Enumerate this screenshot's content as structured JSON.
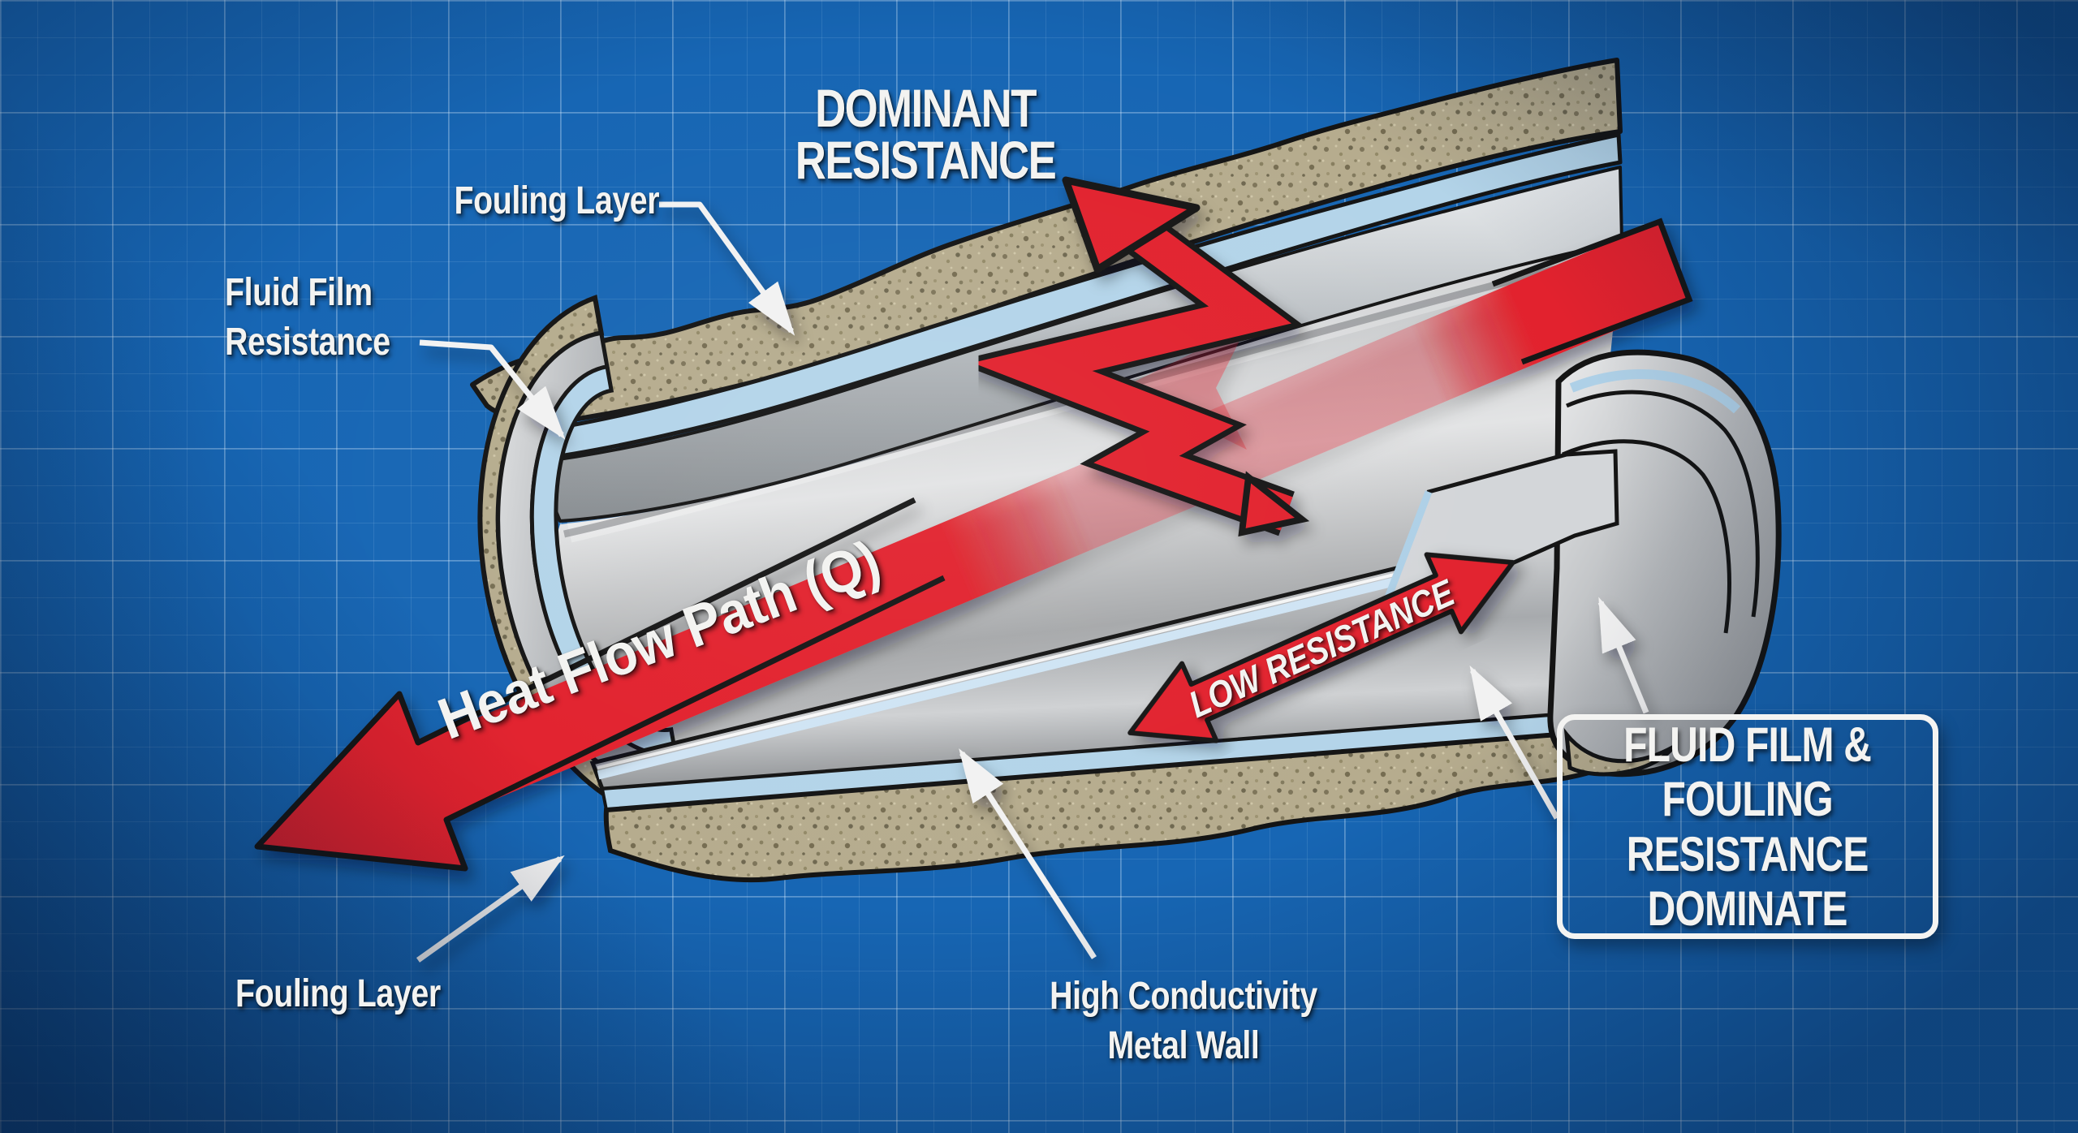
{
  "header": {
    "title_line1": "DOMINANT",
    "title_line2": "RESISTANCE"
  },
  "labels": {
    "fouling_layer_top": "Fouling Layer",
    "fluid_film_line1": "Fluid Film",
    "fluid_film_line2": "Resistance",
    "fouling_layer_bottom": "Fouling Layer",
    "metal_wall_line1": "High Conductivity",
    "metal_wall_line2": "Metal Wall"
  },
  "arrows": {
    "heat_flow_label": "Heat Flow Path (Q)",
    "low_resistance_label": "LOW RESISTANCE"
  },
  "callout": {
    "line1": "FLUID FILM &",
    "line2": "FOULING",
    "line3": "RESISTANCE",
    "line4": "DOMINATE"
  },
  "colors": {
    "background_blue": "#1766b4",
    "grid_line": "#d7ebff",
    "arrow_red": "#e2232d",
    "fouling_tan": "#b6ac8e",
    "fluid_film_blue": "#b3d4e9",
    "metal_gray": "#c0c3c6",
    "outline_black": "#141414",
    "text_white": "#f3f3f1"
  }
}
